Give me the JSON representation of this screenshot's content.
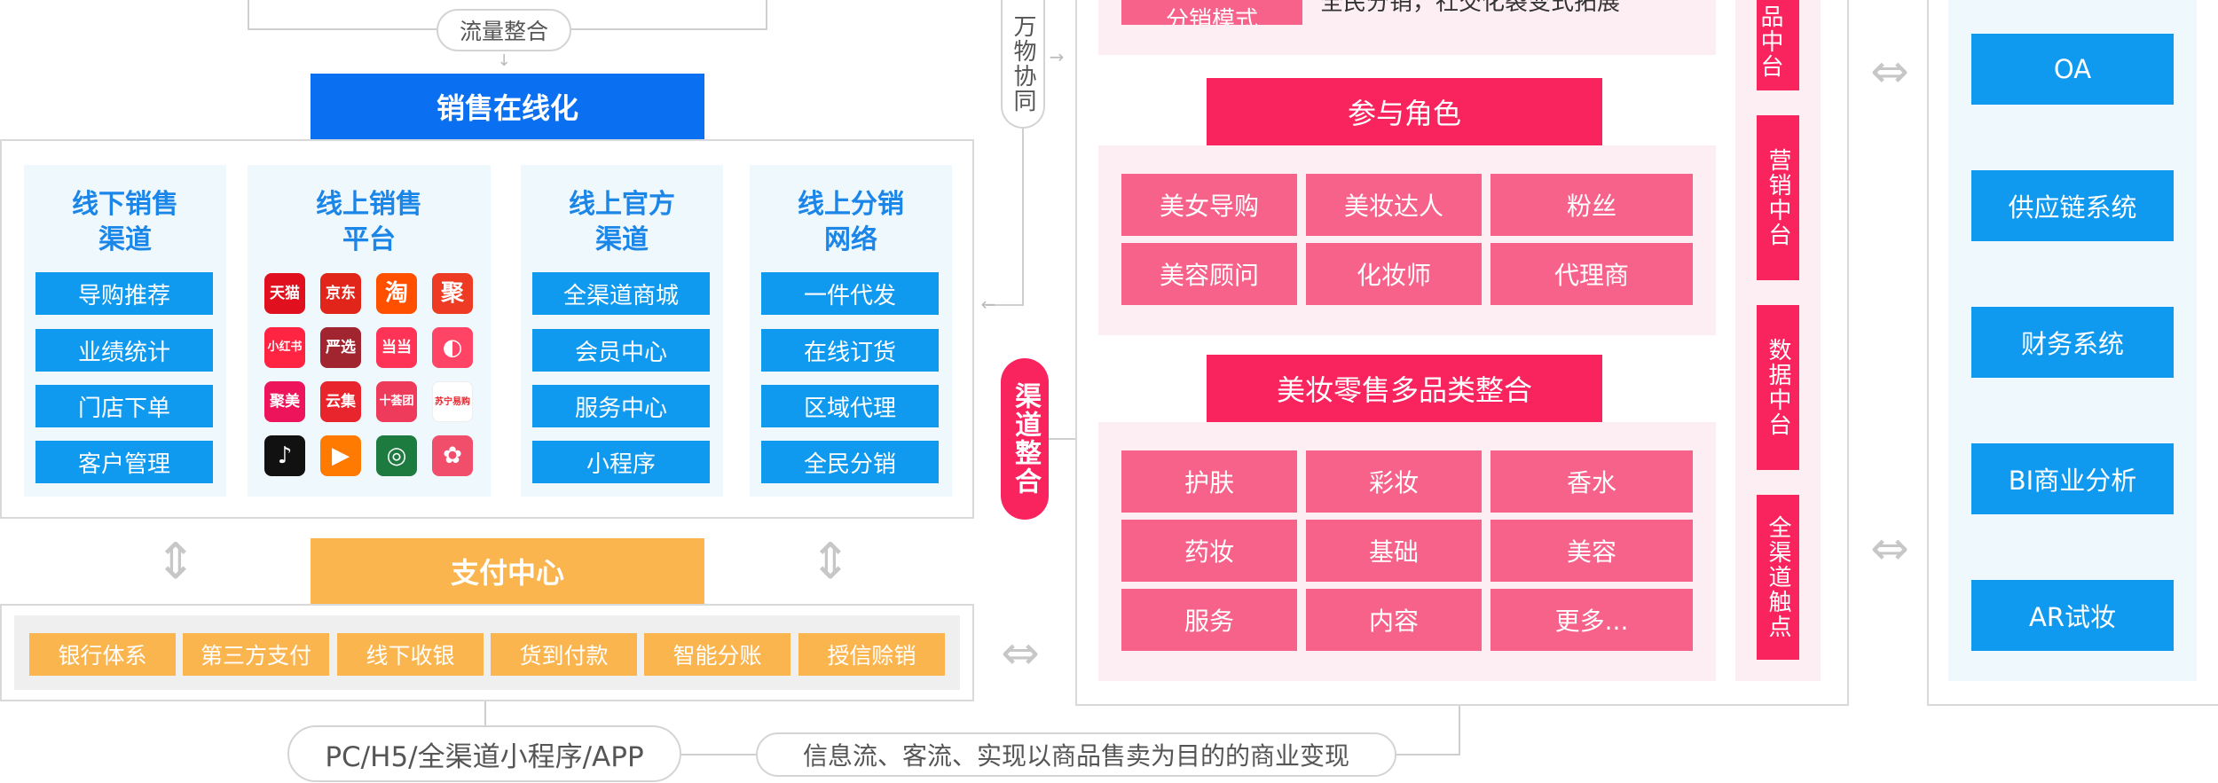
{
  "top_pill": "流量整合",
  "sales_online": "销售在线化",
  "collab": "万物协同",
  "channel_integration": "渠道整合",
  "columns": [
    {
      "title": "线下销售\n渠道",
      "items": [
        "导购推荐",
        "业绩统计",
        "门店下单",
        "客户管理"
      ]
    },
    {
      "title": "线上销售\n平台",
      "icons": [
        {
          "label": "天猫",
          "name": "tmall-icon",
          "color": "#e0101e"
        },
        {
          "label": "京东",
          "name": "jd-icon",
          "color": "#e1251b"
        },
        {
          "label": "淘",
          "name": "taobao-icon",
          "color": "#ff5000"
        },
        {
          "label": "聚",
          "name": "juhuasuan-icon",
          "color": "#ee3b23"
        },
        {
          "label": "小红书",
          "name": "xiaohongshu-icon",
          "color": "#ff2442"
        },
        {
          "label": "严选",
          "name": "yanxuan-icon",
          "color": "#a0252e"
        },
        {
          "label": "当当",
          "name": "dangdang-icon",
          "color": "#ff3355"
        },
        {
          "label": "",
          "name": "mogujie-icon",
          "color": "#ff4466"
        },
        {
          "label": "聚美",
          "name": "jumei-icon",
          "color": "#ed145b"
        },
        {
          "label": "云集",
          "name": "yunji-icon",
          "color": "#e8242c"
        },
        {
          "label": "十荟团",
          "name": "shihuituan-icon",
          "color": "#ee3b5b"
        },
        {
          "label": "苏宁易购",
          "name": "suning-icon",
          "color": "#ffffff"
        },
        {
          "label": "",
          "name": "douyin-icon",
          "color": "#111111"
        },
        {
          "label": "",
          "name": "kuaishou-icon",
          "color": "#ff7a00"
        },
        {
          "label": "",
          "name": "lvyin-icon",
          "color": "#1e7b3f"
        },
        {
          "label": "",
          "name": "flower-icon",
          "color": "#f04e6b"
        }
      ]
    },
    {
      "title": "线上官方\n渠道",
      "items": [
        "全渠道商城",
        "会员中心",
        "服务中心",
        "小程序"
      ]
    },
    {
      "title": "线上分销\n网络",
      "items": [
        "一件代发",
        "在线订货",
        "区域代理",
        "全民分销"
      ]
    }
  ],
  "pay_center": "支付中心",
  "pay_items": [
    "银行体系",
    "第三方支付",
    "线下收银",
    "货到付款",
    "智能分账",
    "授信赊销"
  ],
  "bottom_left_pill": "PC/H5/全渠道小程序/APP",
  "bottom_right_pill": "信息流、客流、实现以商品售卖为目的的商业变现",
  "top_cut_label": "分销模式",
  "top_cut_text": "全民分销，社交化裂变式拓展",
  "roles_title": "参与角色",
  "roles": [
    "美女导购",
    "美妆达人",
    "粉丝",
    "美容顾问",
    "化妆师",
    "代理商"
  ],
  "category_title": "美妆零售多品类整合",
  "categories": [
    "护肤",
    "彩妆",
    "香水",
    "药妆",
    "基础",
    "美容",
    "服务",
    "内容",
    "更多..."
  ],
  "middle_tabs": [
    "品中台",
    "营销中台",
    "数据中台",
    "全渠道触点"
  ],
  "systems": [
    "OA",
    "供应链系统",
    "财务系统",
    "BI商业分析",
    "AR试妆"
  ],
  "colors": {
    "blue": "#0f9af0",
    "deep_blue": "#0a6ff0",
    "pink": "#f7628a",
    "red": "#f9245e",
    "orange": "#fbb54e",
    "title_blue": "#1b86e8"
  }
}
